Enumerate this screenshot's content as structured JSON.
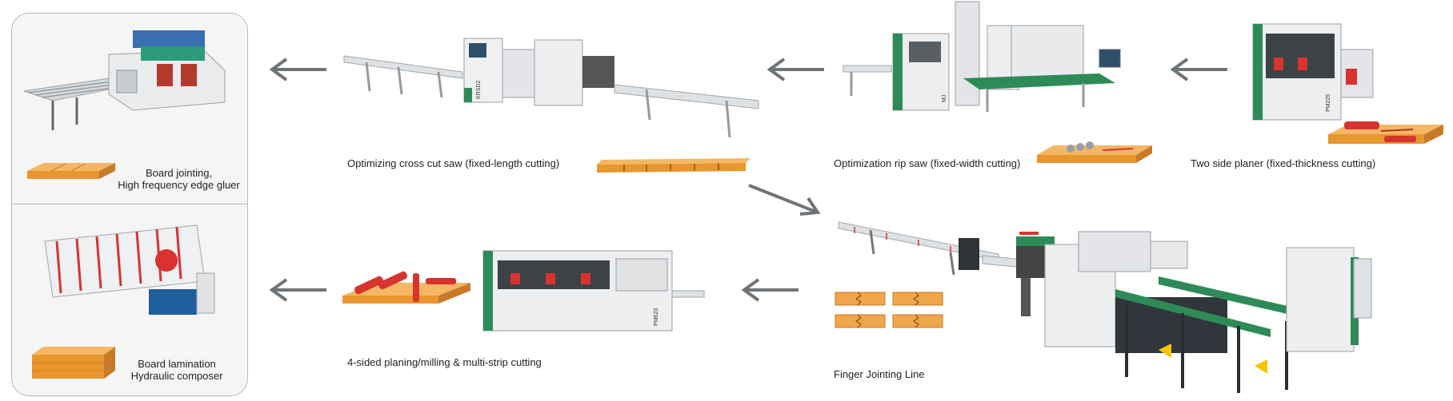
{
  "panel": {
    "jointing": {
      "line1": "Board jointing,",
      "line2": "High frequency edge gluer"
    },
    "lamination": {
      "line1": "Board lamination",
      "line2": "Hydraulic composer"
    }
  },
  "steps": {
    "crosscut": "Optimizing cross cut saw (fixed-length cutting)",
    "ripsaw": "Optimization rip saw (fixed-width cutting)",
    "planer": "Two side planer (fixed-thickness cutting)",
    "moulder": "4-sided planing/milling & multi-strip cutting",
    "finger": "Finger Jointing Line"
  },
  "machine_marks": {
    "crosscut_model": "KRSD2",
    "ripsaw_model": "MJ",
    "planer_model": "PM225",
    "moulder_model": "PM623"
  },
  "colors": {
    "arrow": "#6f7478",
    "wood": "#f0a64b",
    "wood_dark": "#c87a2a",
    "machine_green": "#2e8b57",
    "machine_body": "#e6e8ea",
    "red_rollers": "#d8332f"
  }
}
